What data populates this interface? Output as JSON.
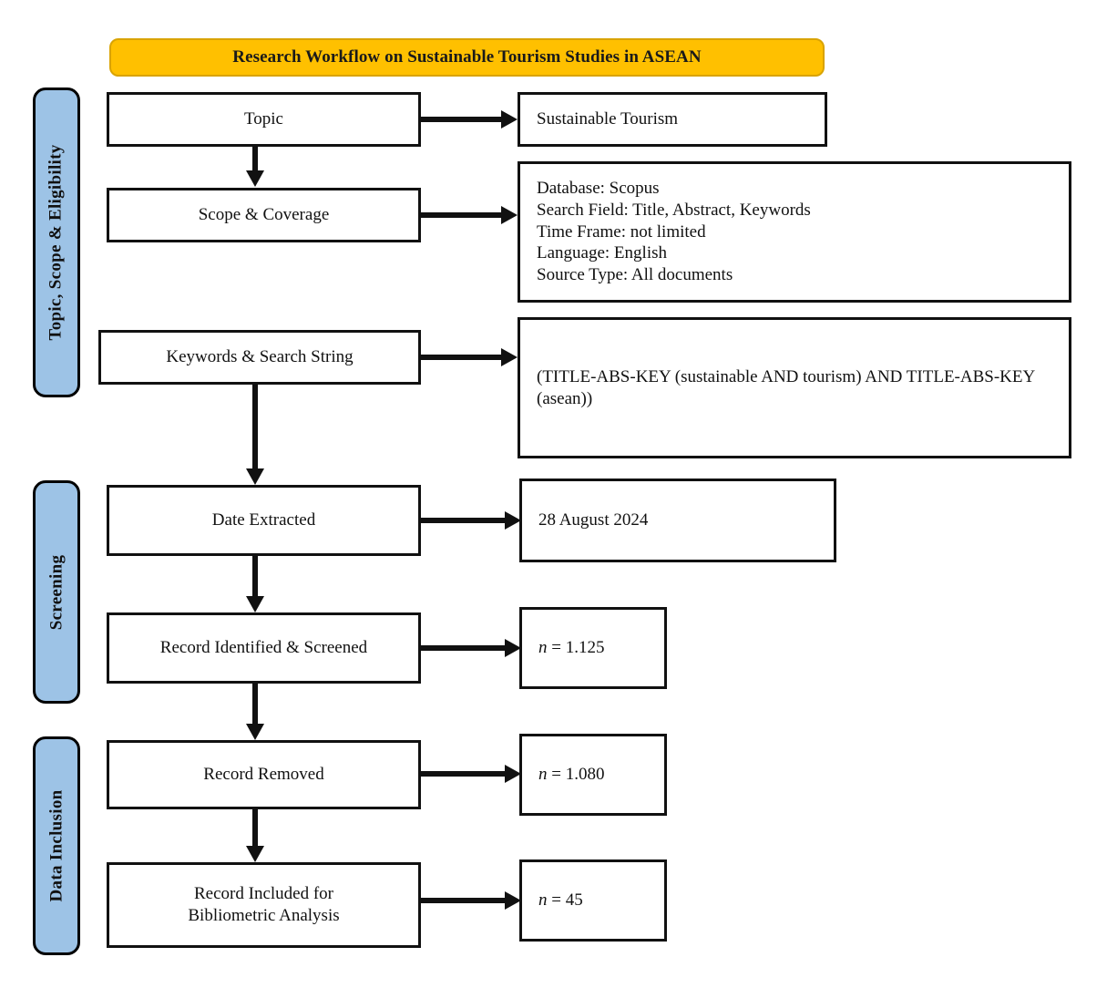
{
  "diagram": {
    "title": "Research Workflow on Sustainable Tourism Studies in ASEAN",
    "colors": {
      "banner_fill": "#FFC000",
      "banner_border": "#D9A300",
      "phase_fill": "#9DC3E6",
      "box_border": "#111111",
      "box_fill": "#FFFFFF",
      "arrow": "#111111"
    }
  },
  "phases": [
    {
      "label": "Topic, Scope & Eligibility"
    },
    {
      "label": "Screening"
    },
    {
      "label": "Data Inclusion"
    }
  ],
  "steps": [
    {
      "label": "Topic"
    },
    {
      "label": "Scope & Coverage"
    },
    {
      "label": "Keywords & Search String"
    },
    {
      "label": "Date Extracted"
    },
    {
      "label": "Record Identified & Screened"
    },
    {
      "label": "Record Removed"
    },
    {
      "label": "Record Included for\nBibliometric Analysis"
    }
  ],
  "details": [
    {
      "name": "topic-value",
      "text": "Sustainable Tourism"
    },
    {
      "name": "scope-value",
      "text": "Database: Scopus\nSearch Field: Title, Abstract, Keywords\nTime Frame: not limited\nLanguage: English\nSource Type: All documents"
    },
    {
      "name": "search-string-value",
      "text": "(TITLE-ABS-KEY (sustainable AND tourism) AND TITLE-ABS-KEY (asean))"
    },
    {
      "name": "date-value",
      "text": "28 August 2024"
    },
    {
      "name": "identified-count",
      "n_symbol": "n",
      "text": " = 1.125"
    },
    {
      "name": "removed-count",
      "n_symbol": "n",
      "text": " = 1.080"
    },
    {
      "name": "included-count",
      "n_symbol": "n",
      "text": " = 45"
    }
  ]
}
